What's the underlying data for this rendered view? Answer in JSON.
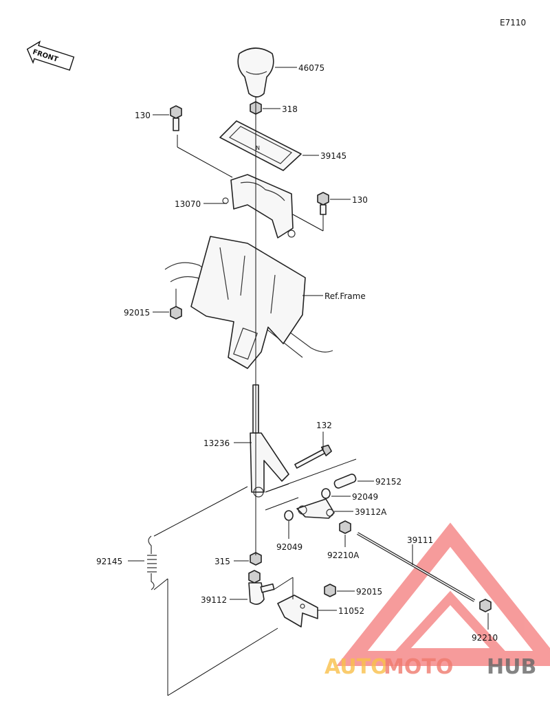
{
  "diagram_code": "E7110",
  "front_label": "FRONT",
  "watermark": {
    "text_auto": "AUTO",
    "text_moto": "MOTO",
    "text_hub": "HUB",
    "color_auto": "#f9c04a",
    "color_moto": "#f07a6e",
    "color_hub": "#666666",
    "triangle_color": "#f04a4a"
  },
  "parts": [
    {
      "id": "knob",
      "label": "46075"
    },
    {
      "id": "nut-top",
      "label": "318"
    },
    {
      "id": "bolt-left",
      "label": "130"
    },
    {
      "id": "indicator-plate",
      "label": "39145"
    },
    {
      "id": "bolt-right",
      "label": "130"
    },
    {
      "id": "bracket-housing",
      "label": "13070"
    },
    {
      "id": "ref-frame",
      "label": "Ref.Frame"
    },
    {
      "id": "nut-left",
      "label": "92015"
    },
    {
      "id": "bolt-132",
      "label": "132"
    },
    {
      "id": "lever-shaft",
      "label": "13236"
    },
    {
      "id": "collar",
      "label": "92152"
    },
    {
      "id": "washer-right",
      "label": "92049"
    },
    {
      "id": "joint-arm",
      "label": "39112A"
    },
    {
      "id": "washer-left",
      "label": "92049"
    },
    {
      "id": "nut-92210a",
      "label": "92210A"
    },
    {
      "id": "rod",
      "label": "39111"
    },
    {
      "id": "spring",
      "label": "92145"
    },
    {
      "id": "nut-315",
      "label": "315"
    },
    {
      "id": "nut-92015-bottom",
      "label": "92015"
    },
    {
      "id": "rod-end",
      "label": "39112"
    },
    {
      "id": "bracket-bottom",
      "label": "11052"
    },
    {
      "id": "nut-92210",
      "label": "92210"
    }
  ]
}
